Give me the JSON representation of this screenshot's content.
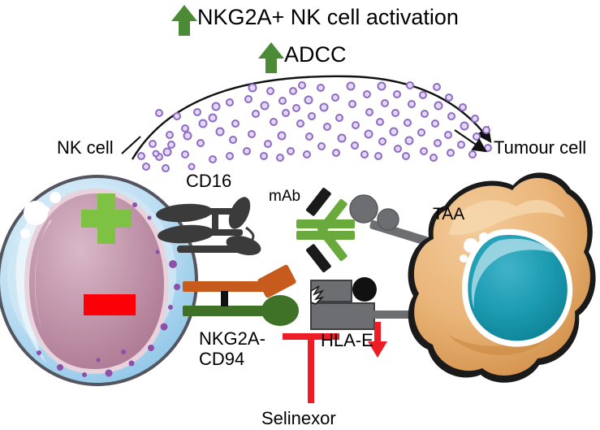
{
  "figure": {
    "title": "NKG2A+ NK cell activation",
    "mechanism_label": "ADCC",
    "nk_cell_label": "NK cell",
    "tumour_cell_label": "Tumour cell",
    "cd16_label": "CD16",
    "mab_label": "mAb",
    "taa_label": "TAA",
    "nkg2a_cd94_label": "NKG2A-\nCD94",
    "hla_e_label": "HLA-E",
    "drug_label": "Selinexor"
  },
  "icons": {
    "up_arrow_activation": "up-arrow-icon",
    "up_arrow_adcc": "up-arrow-icon",
    "down_arrow_hlae": "down-arrow-icon",
    "granule_release_arrow": "curved-arrow-icon",
    "inhibition_bar": "inhibition-tee-icon",
    "activating_plus": "plus-sign-icon",
    "inhibitory_minus": "minus-sign-icon",
    "nk_pointer": "pointer-line-icon",
    "tumour_pointer": "pointer-arrow-icon"
  },
  "colors": {
    "activation_green": "#4b8b35",
    "mab_green": "#6aaa3c",
    "mab_tip_black": "#1a1a1a",
    "inhibition_red": "#ee1c25",
    "minus_red": "#fb0007",
    "plus_green": "#7dc242",
    "nk_membrane_outline": "#4a4a55",
    "nk_cytoplasm_blue": "#a8d4ee",
    "nk_cytoplasm_light": "#cfe7f5",
    "nk_nucleus_pink": "#b4809a",
    "nk_nucleus_light": "#d9b8c8",
    "nk_granule_purple": "#8e4fa8",
    "tumour_outline": "#1a1a1a",
    "tumour_cytoplasm": "#edb578",
    "tumour_cytoplasm_dark": "#d79549",
    "tumour_nucleus_teal": "#1694ae",
    "tumour_nucleus_dark": "#0f8296",
    "receptor_gray": "#6d6e71",
    "cd16_charcoal": "#3b3b3b",
    "nkg2a_orange": "#c75b1e",
    "cd94_green": "#3f7227",
    "granule_outline": "#8e6bc4",
    "granule_fill": "#e3d9f4",
    "background": "#ffffff"
  },
  "granule_cloud": {
    "count": 104,
    "description": "cytotoxic granules released from NK cell toward tumour cell"
  }
}
